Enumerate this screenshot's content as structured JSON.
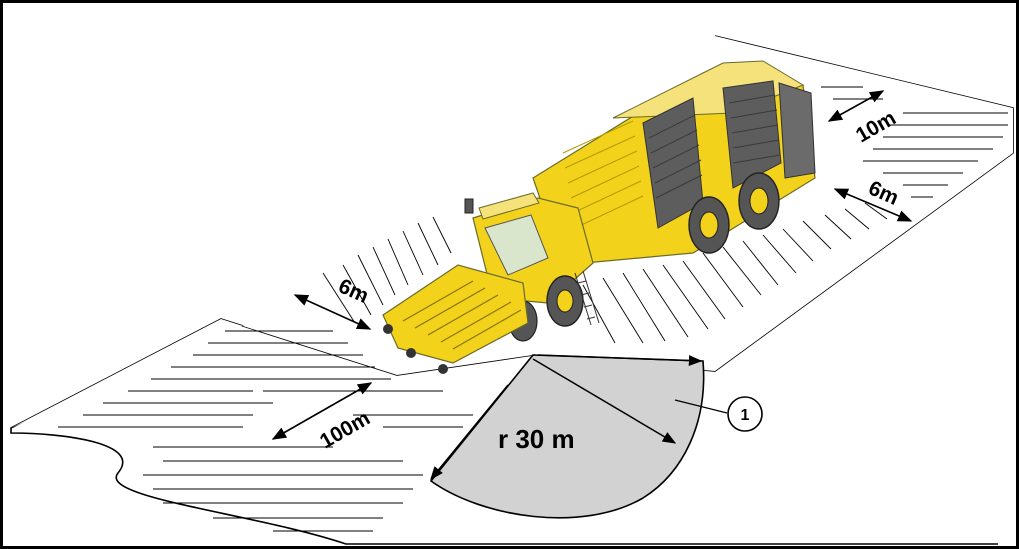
{
  "diagram": {
    "zone_labels": {
      "side_left": "6m",
      "rear_top": "10m",
      "side_right": "6m",
      "front": "100m"
    },
    "radius_label": "r 30 m",
    "callout_number": "1",
    "colors": {
      "machine_yellow": "#f2d21b",
      "machine_dark": "#5d5d5d",
      "hazard_zone_fill": "#d2d2d2",
      "line": "#000000"
    }
  }
}
